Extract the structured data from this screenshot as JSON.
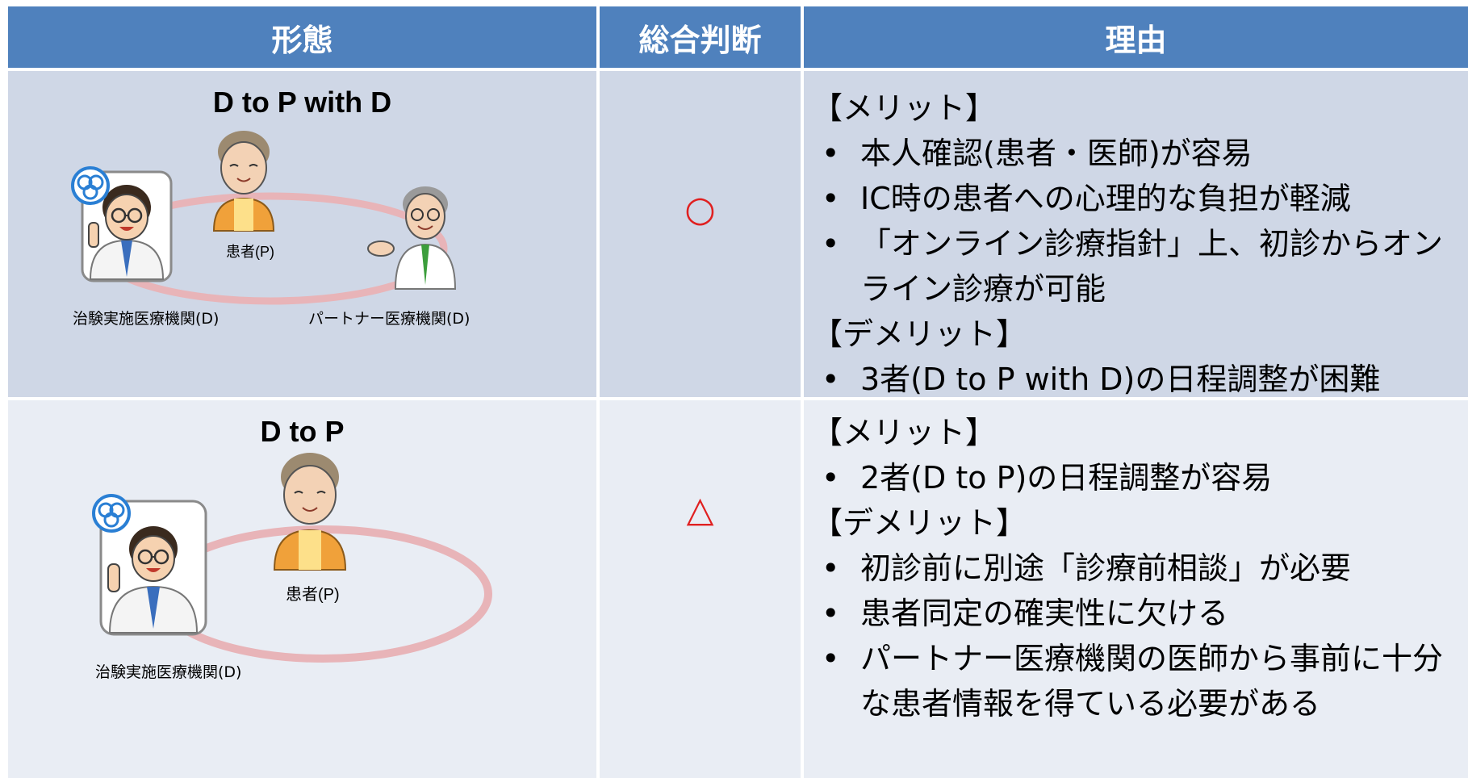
{
  "header": {
    "col1": "形態",
    "col2": "総合判断",
    "col3": "理由"
  },
  "rows": [
    {
      "title": "D to P with D",
      "judgment": "○",
      "illustration": {
        "patient_label": "患者(P)",
        "trial_site_label": "治験実施医療機関(D)",
        "partner_label": "パートナー医療機関(D)",
        "icons": [
          "doctor-icon",
          "patient-icon",
          "partner-doctor-icon",
          "logo-icon"
        ]
      },
      "merit_heading": "【メリット】",
      "merits": [
        "本人確認(患者・医師)が容易",
        "IC時の患者への心理的な負担が軽減",
        "「オンライン診療指針」上、初診からオンライン診療が可能"
      ],
      "demerit_heading": "【デメリット】",
      "demerits": [
        "3者(D to P with D)の日程調整が困難"
      ]
    },
    {
      "title": "D to P",
      "judgment": "△",
      "illustration": {
        "patient_label": "患者(P)",
        "trial_site_label": "治験実施医療機関(D)",
        "icons": [
          "doctor-icon",
          "patient-icon",
          "logo-icon"
        ]
      },
      "merit_heading": "【メリット】",
      "merits": [
        "2者(D to P)の日程調整が容易"
      ],
      "demerit_heading": "【デメリット】",
      "demerits": [
        "初診前に別途「診療前相談」が必要",
        "患者同定の確実性に欠ける",
        "パートナー医療機関の医師から事前に十分な患者情報を得ている必要がある"
      ]
    }
  ],
  "colors": {
    "header_bg": "#4f81bd",
    "row1_bg": "#cfd7e6",
    "row2_bg": "#e9edf4",
    "judgment": "#e02020"
  }
}
